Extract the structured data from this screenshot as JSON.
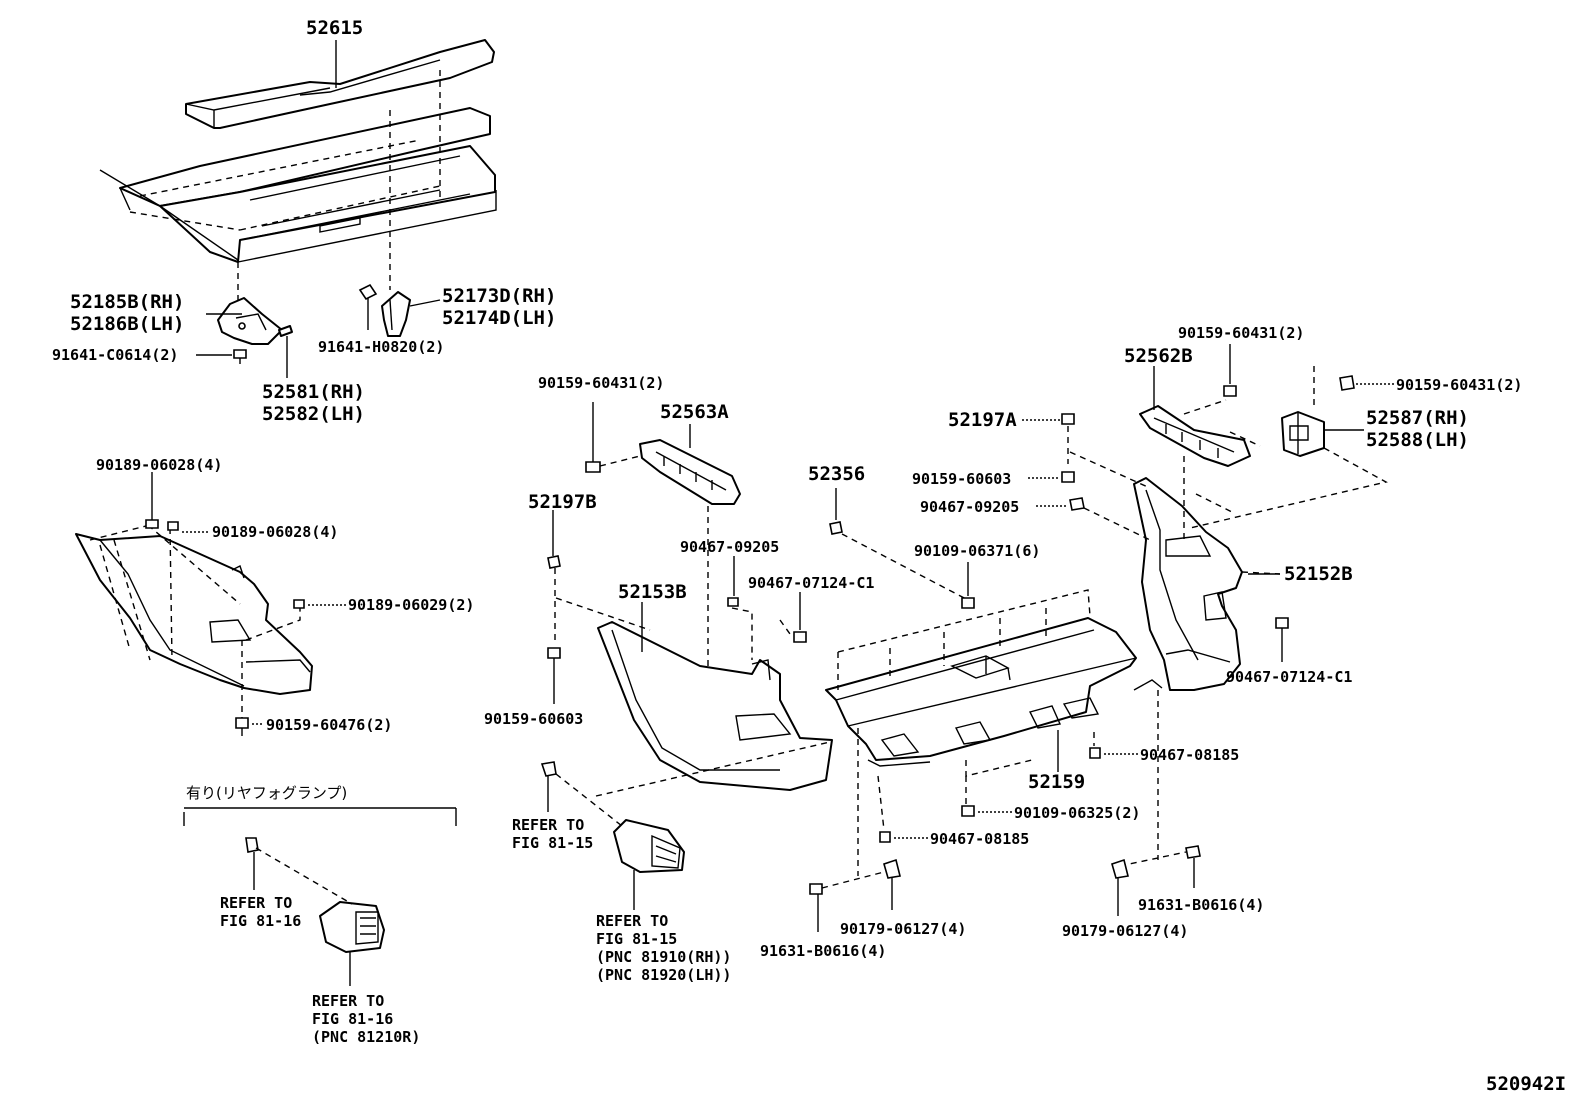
{
  "labels": {
    "p52615": "52615",
    "p52185b": "52185B(RH)",
    "p52186b": "52186B(LH)",
    "p91641c": "91641-C0614(2)",
    "p52581": "52581(RH)",
    "p52582": "52582(LH)",
    "p52173d": "52173D(RH)",
    "p52174d": "52174D(LH)",
    "p91641h": "91641-H0820(2)",
    "p90189a": "90189-06028(4)",
    "p90189b": "90189-06028(4)",
    "p90189c": "90189-06029(2)",
    "p90159_476": "90159-60476(2)",
    "jp_note": "有り(リヤフォグランプ)",
    "ref16_a1": "REFER TO",
    "ref16_a2": "FIG 81-16",
    "ref16_b1": "REFER TO",
    "ref16_b2": "FIG 81-16",
    "ref16_b3": "(PNC 81210R)",
    "p90159_431a": "90159-60431(2)",
    "p52563a": "52563A",
    "p52197b": "52197B",
    "p52153b": "52153B",
    "p90467_9205a": "90467-09205",
    "p90467_7124a": "90467-07124-C1",
    "p90159_603a": "90159-60603",
    "ref15_a1": "REFER TO",
    "ref15_a2": "FIG 81-15",
    "ref15_b1": "REFER TO",
    "ref15_b2": "FIG 81-15",
    "ref15_b3": "(PNC 81910(RH))",
    "ref15_b4": "(PNC 81920(LH))",
    "p52356": "52356",
    "p52197a": "52197A",
    "p90159_603b": "90159-60603",
    "p90467_9205b": "90467-09205",
    "p90109_371": "90109-06371(6)",
    "p52159": "52159",
    "p90467_8185a": "90467-08185",
    "p90467_8185b": "90467-08185",
    "p90109_325": "90109-06325(2)",
    "p90179a": "90179-06127(4)",
    "p91631a": "91631-B0616(4)",
    "p90179b": "90179-06127(4)",
    "p91631b": "91631-B0616(4)",
    "p90159_431b": "90159-60431(2)",
    "p52562b": "52562B",
    "p90159_431c": "90159-60431(2)",
    "p52587": "52587(RH)",
    "p52588": "52588(LH)",
    "p52152b": "52152B",
    "p90467_7124b": "90467-07124-C1",
    "diagram_id": "520942I"
  }
}
